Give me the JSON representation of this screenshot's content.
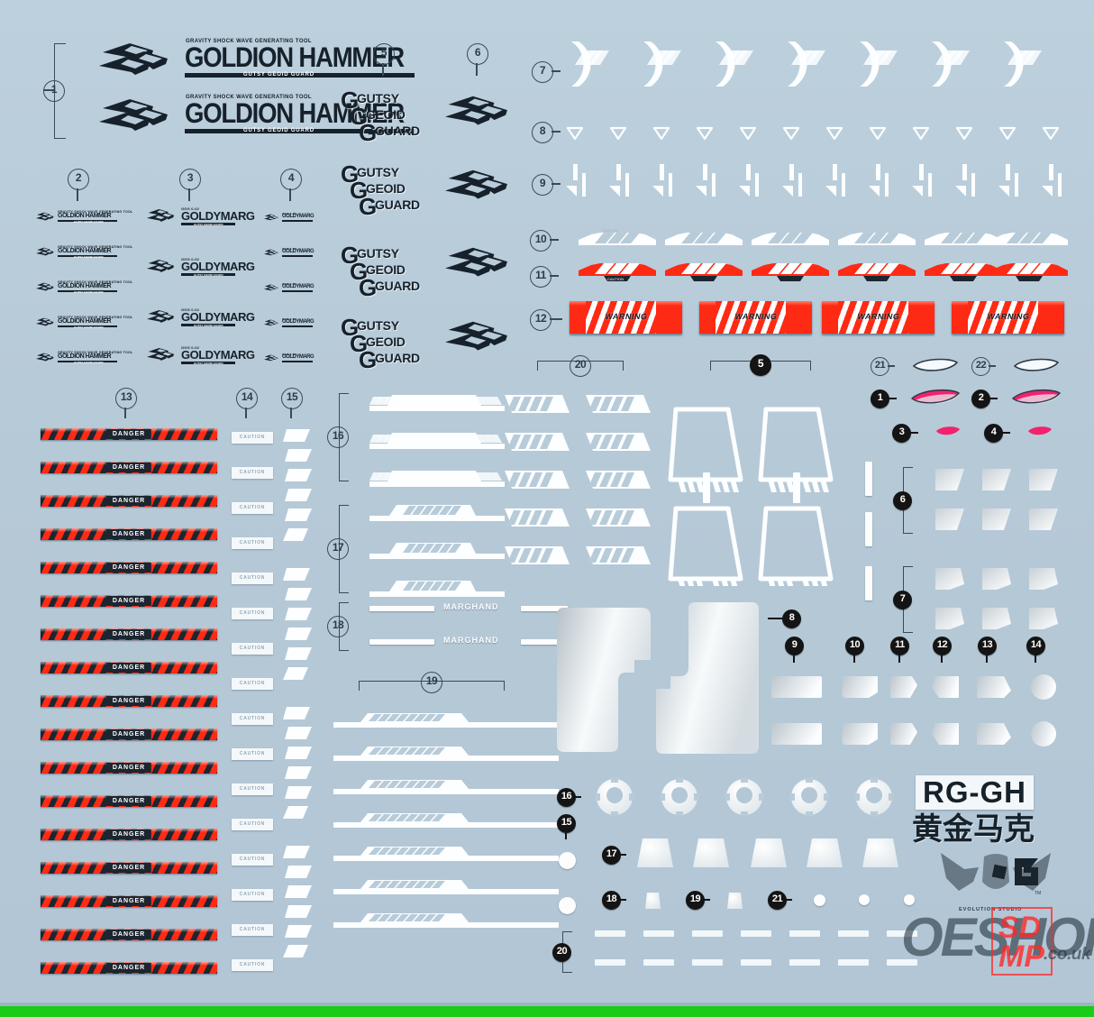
{
  "sheet": {
    "title": "RG-GH Goldion Hammer / Goldymarg water-slide decal sheet",
    "background_color": "#b8cbd9",
    "accent_red": "#ff2a14",
    "ink_color": "#16212b",
    "bottom_bar_color": "#18cc18"
  },
  "logos": {
    "goldion_hammer": {
      "tagline": "GRAVITY SHOCK WAVE GENERATING TOOL",
      "main": "GOLDION HAMMER",
      "subbar": "GUTSY GEOID GUARD"
    },
    "goldymarg": {
      "tagline": "GGG 0-02",
      "main": "GOLDYMARG",
      "subbar": "GUTSY GEOID GUARD"
    },
    "ggg_text": {
      "line1": "GUTSY",
      "line2": "GEOID",
      "line3": "GUARD"
    },
    "marghand": "MARGHAND",
    "product": {
      "code": "RG-GH",
      "chinese": "黄金马克",
      "studio": "EVOLUTION STUDIO",
      "tm": "TM"
    },
    "watermark": {
      "main": "OESHOP",
      "domain": ".co.uk",
      "stamp_top": "SD",
      "stamp_bottom": "MP"
    }
  },
  "labels": {
    "danger": "DANGER",
    "caution": "CAUTION",
    "warning": "WARNING"
  },
  "callouts": {
    "outline": [
      "1",
      "2",
      "3",
      "4",
      "5",
      "6",
      "7",
      "8",
      "9",
      "10",
      "11",
      "12",
      "13",
      "14",
      "15",
      "16",
      "17",
      "18",
      "19",
      "20",
      "21",
      "22"
    ],
    "filled": [
      "1",
      "2",
      "3",
      "4",
      "5",
      "6",
      "7",
      "8",
      "9",
      "10",
      "11",
      "12",
      "13",
      "14",
      "15",
      "16",
      "17",
      "18",
      "19",
      "20",
      "21"
    ]
  },
  "groups": [
    {
      "id": "1",
      "style": "outline",
      "content": "GOLDION HAMMER large logo",
      "count": 2
    },
    {
      "id": "2",
      "style": "outline",
      "content": "GOLDION HAMMER small logo",
      "count": 5
    },
    {
      "id": "3",
      "style": "outline",
      "content": "GOLDYMARG medium logo",
      "count": 4
    },
    {
      "id": "4",
      "style": "outline",
      "content": "GOLDYMARG tiny logo",
      "count": 5
    },
    {
      "id": "5",
      "style": "outline",
      "content": "GUTSY GEOID GUARD stacked text",
      "count": 4
    },
    {
      "id": "6",
      "style": "outline",
      "content": "GGG diamond emblem",
      "count": 4
    },
    {
      "id": "7",
      "style": "outline",
      "content": "white crescent + hatch marks",
      "count": 7
    },
    {
      "id": "8",
      "style": "outline",
      "content": "white down triangles",
      "count": 12
    },
    {
      "id": "9",
      "style": "outline",
      "content": "white bar + arrow markers",
      "count": 12
    },
    {
      "id": "10",
      "style": "outline",
      "content": "white caution chevron strip",
      "count": 6
    },
    {
      "id": "11",
      "style": "outline",
      "content": "red caution chevron strip",
      "count": 6
    },
    {
      "id": "12",
      "style": "outline",
      "content": "red WARNING block",
      "count": 4
    },
    {
      "id": "13",
      "style": "outline",
      "content": "DANGER hazard strip",
      "count": 18
    },
    {
      "id": "14",
      "style": "outline",
      "content": "CAUTION tag",
      "count": 17
    },
    {
      "id": "15",
      "style": "outline",
      "content": "white diagonal slash",
      "count": 22
    },
    {
      "id": "16",
      "style": "outline",
      "content": "white vent panel line (wide)",
      "count": 3
    },
    {
      "id": "17",
      "style": "outline",
      "content": "white vent panel line (stepped)",
      "count": 3
    },
    {
      "id": "18",
      "style": "outline",
      "content": "MARGHAND line decal",
      "count": 2
    },
    {
      "id": "19",
      "style": "outline",
      "content": "long hatched panel line",
      "count": 7
    },
    {
      "id": "20",
      "style": "outline",
      "content": "hatched parallelogram",
      "count": 21
    },
    {
      "id": "21",
      "style": "outline",
      "content": "clear lens sliver",
      "count": 1
    },
    {
      "id": "22",
      "style": "outline",
      "content": "clear lens sliver",
      "count": 1
    },
    {
      "id": "f1",
      "style": "filled",
      "label": "1",
      "content": "pink/magenta eye lens",
      "count": 1
    },
    {
      "id": "f2",
      "style": "filled",
      "label": "2",
      "content": "pink/magenta eye lens",
      "count": 1
    },
    {
      "id": "f3",
      "style": "filled",
      "label": "3",
      "content": "small pink lens",
      "count": 1
    },
    {
      "id": "f4",
      "style": "filled",
      "label": "4",
      "content": "small pink lens",
      "count": 1
    },
    {
      "id": "f5",
      "style": "filled",
      "label": "5",
      "content": "white trapezoid outline",
      "count": 4
    },
    {
      "id": "f6",
      "style": "filled",
      "label": "6",
      "content": "white curved corner patch",
      "count": 6
    },
    {
      "id": "f7",
      "style": "filled",
      "label": "7",
      "content": "white curved corner patch",
      "count": 6
    },
    {
      "id": "f8",
      "style": "filled",
      "label": "8",
      "content": "large silver panel",
      "count": 2
    },
    {
      "id": "f9",
      "style": "filled",
      "label": "9",
      "content": "silver rectangle",
      "count": 2
    },
    {
      "id": "f10",
      "style": "filled",
      "label": "10",
      "content": "silver angled patch",
      "count": 2
    },
    {
      "id": "f11",
      "style": "filled",
      "label": "11",
      "content": "silver angled patch",
      "count": 2
    },
    {
      "id": "f12",
      "style": "filled",
      "label": "12",
      "content": "silver angled patch",
      "count": 2
    },
    {
      "id": "f13",
      "style": "filled",
      "label": "13",
      "content": "silver angled patch",
      "count": 2
    },
    {
      "id": "f14",
      "style": "filled",
      "label": "14",
      "content": "silver circle",
      "count": 2
    },
    {
      "id": "f15",
      "style": "filled",
      "label": "15",
      "content": "small white dot",
      "count": 2
    },
    {
      "id": "f16",
      "style": "filled",
      "label": "16",
      "content": "white slotted ring",
      "count": 5
    },
    {
      "id": "f17",
      "style": "filled",
      "label": "17",
      "content": "white tapered block",
      "count": 5
    },
    {
      "id": "f18",
      "style": "filled",
      "label": "18",
      "content": "white mini block",
      "count": 1
    },
    {
      "id": "f19",
      "style": "filled",
      "label": "19",
      "content": "white mini block",
      "count": 1
    },
    {
      "id": "f20",
      "style": "filled",
      "label": "20",
      "content": "white dash pair rows",
      "count": 14
    },
    {
      "id": "f21",
      "style": "filled",
      "label": "21",
      "content": "white tiny dot",
      "count": 4
    }
  ]
}
